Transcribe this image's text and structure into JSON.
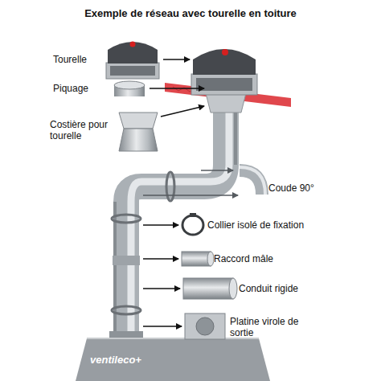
{
  "diagram": {
    "title": "Exemple de réseau avec tourelle en toiture",
    "labels": [
      "Tourelle",
      "Piquage",
      "Costière pour tourelle",
      "Coude 90°",
      "Collier isolé de fixation",
      "Raccord mâle",
      "Conduit rigide",
      "Platine virole de sortie",
      "ventileco+"
    ]
  }
}
